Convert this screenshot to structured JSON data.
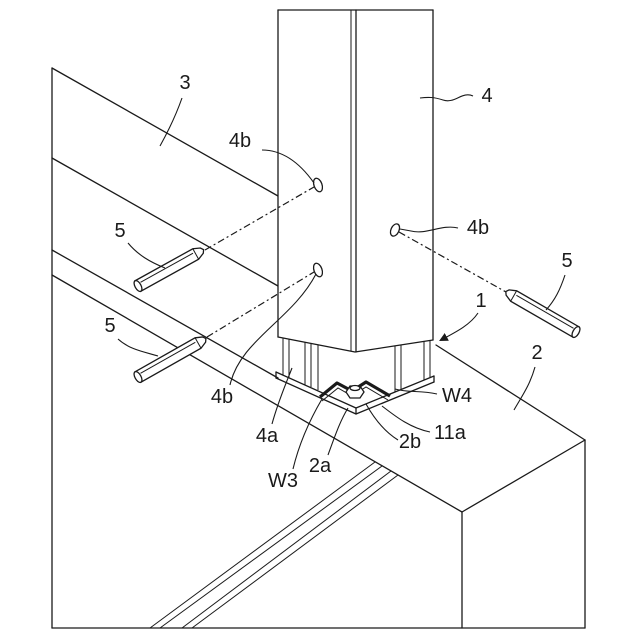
{
  "labels": [
    {
      "text": "3"
    },
    {
      "text": "4"
    },
    {
      "text": "4b"
    },
    {
      "text": "4b"
    },
    {
      "text": "5"
    },
    {
      "text": "5"
    },
    {
      "text": "1"
    },
    {
      "text": "2"
    },
    {
      "text": "5"
    },
    {
      "text": "4b"
    },
    {
      "text": "W4"
    },
    {
      "text": "4a"
    },
    {
      "text": "11a"
    },
    {
      "text": "2b"
    },
    {
      "text": "2a"
    },
    {
      "text": "W3"
    }
  ]
}
